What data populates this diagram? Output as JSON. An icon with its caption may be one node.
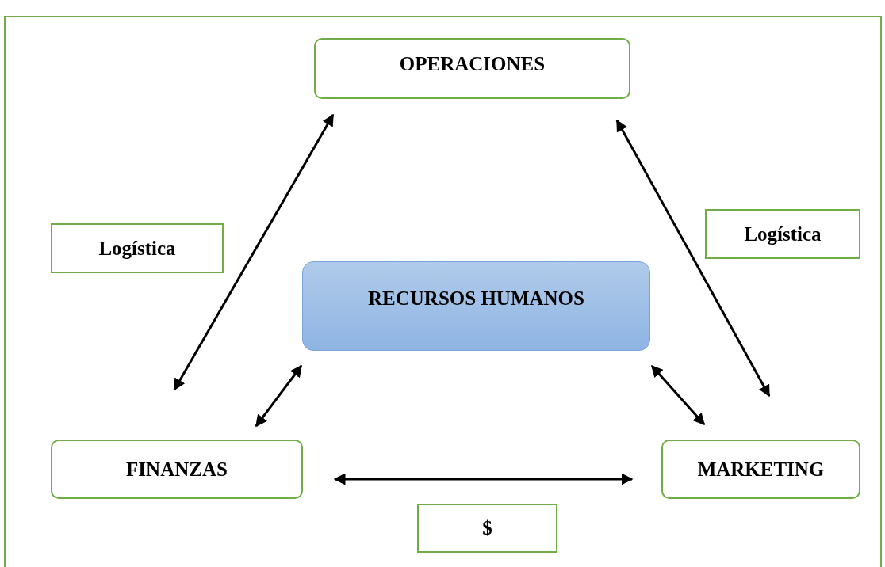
{
  "diagram": {
    "nodes": [
      {
        "text": [
          "OPERACIONES"
        ]
      },
      {
        "text": [
          "Logística"
        ]
      },
      {
        "text": [
          "Logística"
        ]
      },
      {
        "text": [
          "RECURSOS HUMANOS"
        ]
      },
      {
        "text": [
          "FINANZAS"
        ]
      },
      {
        "text": [
          "MARKETING"
        ]
      },
      {
        "text": [
          "$"
        ]
      }
    ],
    "edges": [
      {
        "from": 4,
        "to": 0,
        "arrow": "both"
      },
      {
        "from": 5,
        "to": 0,
        "arrow": "both"
      },
      {
        "from": 4,
        "to": 3,
        "arrow": "both"
      },
      {
        "from": 5,
        "to": 3,
        "arrow": "both"
      },
      {
        "from": 4,
        "to": 5,
        "arrow": "both"
      }
    ]
  }
}
